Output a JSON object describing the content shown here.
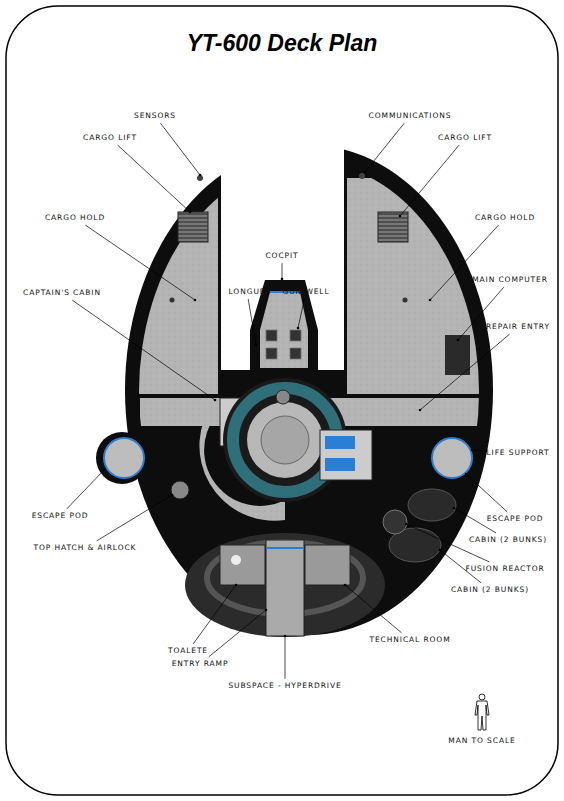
{
  "diagram": {
    "title": "YT-600 Deck Plan",
    "labels": [
      "SENSORS",
      "COMMUNICATIONS",
      "CARGO LIFT",
      "CARGO LIFT",
      "CARGO HOLD",
      "CARGO HOLD",
      "COCPIT",
      "GUN WELL",
      "LONGUE",
      "MAIN COMPUTER",
      "CAPTAIN'S CABIN",
      "REPAIR ENTRY",
      "LIFE SUPPORT",
      "ESCAPE POD",
      "ESCAPE POD",
      "TOP HATCH & AIRLOCK",
      "CABIN (2 BUNKS)",
      "FUSION REACTOR",
      "CABIN (2 BUNKS)",
      "TOALETE",
      "TECHNICAL ROOM",
      "ENTRY RAMP",
      "SUBSPACE - HYPERDRIVE",
      "MAN TO SCALE"
    ]
  }
}
